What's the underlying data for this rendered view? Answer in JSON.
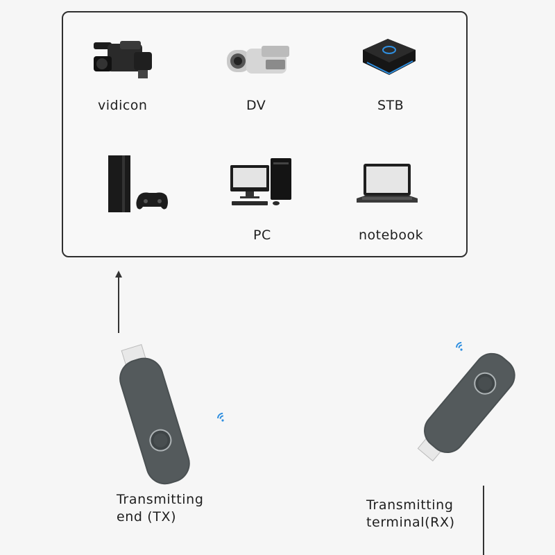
{
  "devices": [
    {
      "id": "vidicon",
      "label": "vidicon",
      "icon": "video-camera-icon"
    },
    {
      "id": "dv",
      "label": "DV",
      "icon": "camcorder-icon"
    },
    {
      "id": "stb",
      "label": "STB",
      "icon": "set-top-box-icon"
    },
    {
      "id": "console",
      "label": "",
      "icon": "game-console-icon"
    },
    {
      "id": "pc",
      "label": "PC",
      "icon": "desktop-pc-icon"
    },
    {
      "id": "notebook",
      "label": "notebook",
      "icon": "laptop-icon"
    }
  ],
  "tx": {
    "line1": "Transmitting",
    "line2": "end (TX)",
    "icon": "hdmi-dongle-icon"
  },
  "rx": {
    "line1": "Transmitting",
    "line2": "terminal(RX)",
    "icon": "hdmi-dongle-icon"
  },
  "colors": {
    "dongle": "#4a5052",
    "wifi": "#2f8fe0",
    "border": "#2f2f2f"
  }
}
